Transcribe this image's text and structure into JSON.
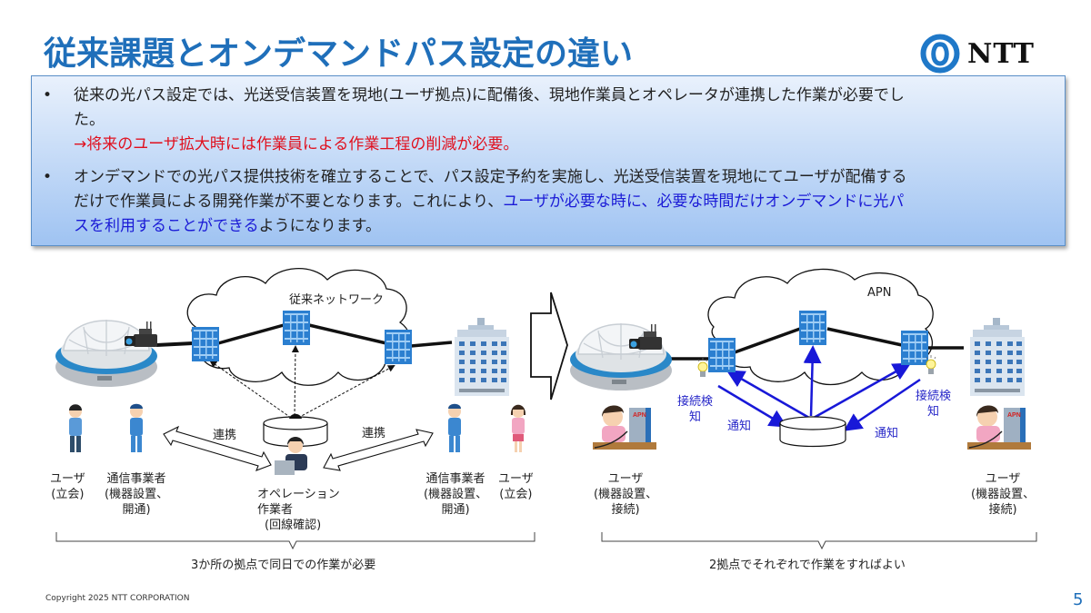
{
  "header": {
    "title": "従来課題とオンデマンドパス設定の違い",
    "logo_text": "NTT"
  },
  "summary": {
    "bullet_symbol": "•",
    "item1": {
      "line1": "従来の光パス設定では、光送受信装置を現地(ユーザ拠点)に配備後、現地作業員とオペレータが連携した作業が必要でし",
      "line2": "た。",
      "highlight_red": "→将来のユーザ拡大時には作業員による作業工程の削減が必要。"
    },
    "item2": {
      "line1": "オンデマンドでの光パス提供技術を確立することで、パス設定予約を実施し、光送受信装置を現地にてユーザが配備する",
      "line2_plain": "だけで作業員による開発作業が不要となります。これにより、",
      "line2_blue": "ユーザが必要な時に、必要な時間だけオンデマンドに光パ",
      "line3_blue": "スを利用することができる",
      "line3_plain": "ようになります。"
    },
    "colors": {
      "red": "#e0101e",
      "blue": "#1a1ad6"
    }
  },
  "left_diagram": {
    "network_label": "従来ネットワーク",
    "link_label_left": "連携",
    "link_label_right": "連携",
    "user_left": {
      "line1": "ユーザ",
      "line2": "(立会)"
    },
    "carrier_left": {
      "line1": "通信事業者",
      "line2": "(機器設置、",
      "line3": "開通)"
    },
    "operator": {
      "line1": "オペレーション",
      "line2": "作業者",
      "line3": "(回線確認)"
    },
    "carrier_right": {
      "line1": "通信事業者",
      "line2": "(機器設置、",
      "line3": "開通)"
    },
    "user_right": {
      "line1": "ユーザ",
      "line2": "(立会)"
    },
    "summary": "3か所の拠点で同日での作業が必要"
  },
  "right_diagram": {
    "network_label": "APN",
    "detect_left": {
      "line1": "接続検",
      "line2": "知"
    },
    "detect_right": {
      "line1": "接続検",
      "line2": "知"
    },
    "notify_left": "通知",
    "notify_right": "通知",
    "device_label": "APN",
    "user_left": {
      "line1": "ユーザ",
      "line2": "(機器設置、",
      "line3": "接続)"
    },
    "user_right": {
      "line1": "ユーザ",
      "line2": "(機器設置、",
      "line3": "接続)"
    },
    "summary": "2拠点でそれぞれで作業をすればよい"
  },
  "footer": {
    "copyright": "Copyright 2025 NTT CORPORATION",
    "page_number": "5"
  }
}
